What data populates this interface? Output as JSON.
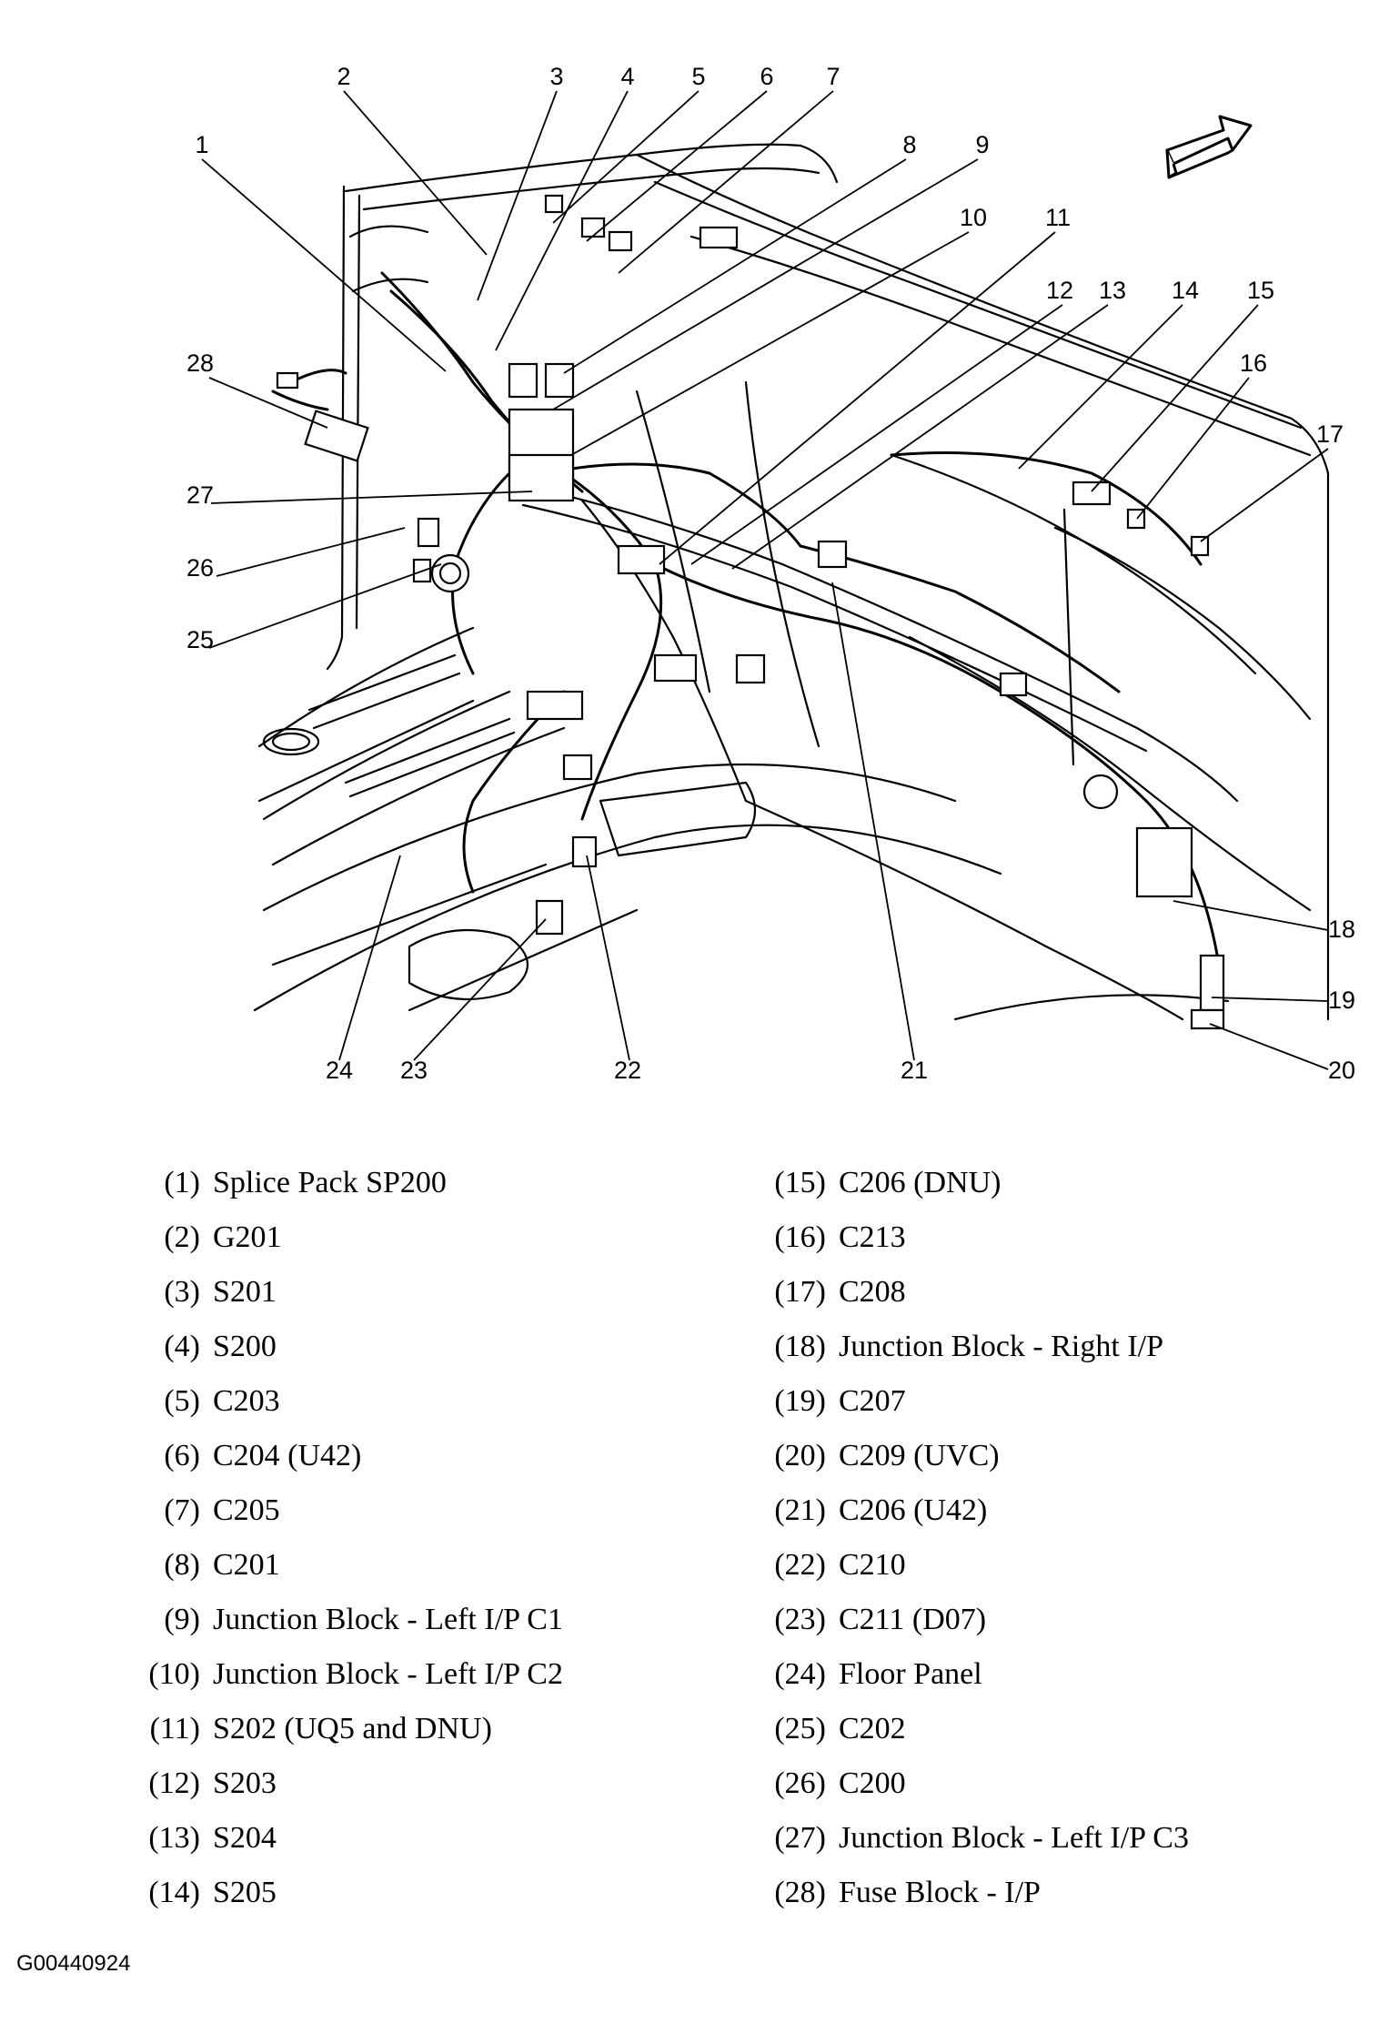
{
  "callout_numbers": [
    "1",
    "2",
    "3",
    "4",
    "5",
    "6",
    "7",
    "8",
    "9",
    "10",
    "11",
    "12",
    "13",
    "14",
    "15",
    "16",
    "17",
    "18",
    "19",
    "20",
    "21",
    "22",
    "23",
    "24",
    "25",
    "26",
    "27",
    "28"
  ],
  "legend": {
    "items": [
      {
        "num": "(1)",
        "label": "Splice Pack SP200"
      },
      {
        "num": "(2)",
        "label": "G201"
      },
      {
        "num": "(3)",
        "label": "S201"
      },
      {
        "num": "(4)",
        "label": "S200"
      },
      {
        "num": "(5)",
        "label": "C203"
      },
      {
        "num": "(6)",
        "label": "C204 (U42)"
      },
      {
        "num": "(7)",
        "label": "C205"
      },
      {
        "num": "(8)",
        "label": "C201"
      },
      {
        "num": "(9)",
        "label": "Junction Block - Left I/P C1"
      },
      {
        "num": "(10)",
        "label": "Junction Block - Left I/P C2"
      },
      {
        "num": "(11)",
        "label": "S202 (UQ5 and DNU)"
      },
      {
        "num": "(12)",
        "label": "S203"
      },
      {
        "num": "(13)",
        "label": "S204"
      },
      {
        "num": "(14)",
        "label": "S205"
      },
      {
        "num": "(15)",
        "label": "C206 (DNU)"
      },
      {
        "num": "(16)",
        "label": "C213"
      },
      {
        "num": "(17)",
        "label": "C208"
      },
      {
        "num": "(18)",
        "label": "Junction Block - Right I/P"
      },
      {
        "num": "(19)",
        "label": "C207"
      },
      {
        "num": "(20)",
        "label": "C209 (UVC)"
      },
      {
        "num": "(21)",
        "label": "C206 (U42)"
      },
      {
        "num": "(22)",
        "label": "C210"
      },
      {
        "num": "(23)",
        "label": "C211 (D07)"
      },
      {
        "num": "(24)",
        "label": "Floor Panel"
      },
      {
        "num": "(25)",
        "label": "C202"
      },
      {
        "num": "(26)",
        "label": "C200"
      },
      {
        "num": "(27)",
        "label": "Junction Block - Left I/P C3"
      },
      {
        "num": "(28)",
        "label": "Fuse Block - I/P"
      }
    ]
  },
  "figure_id": "G00440924",
  "colors": {
    "ink": "#000000",
    "paper": "#ffffff"
  },
  "icons": {
    "direction_arrow": "forward-arrow-icon"
  }
}
